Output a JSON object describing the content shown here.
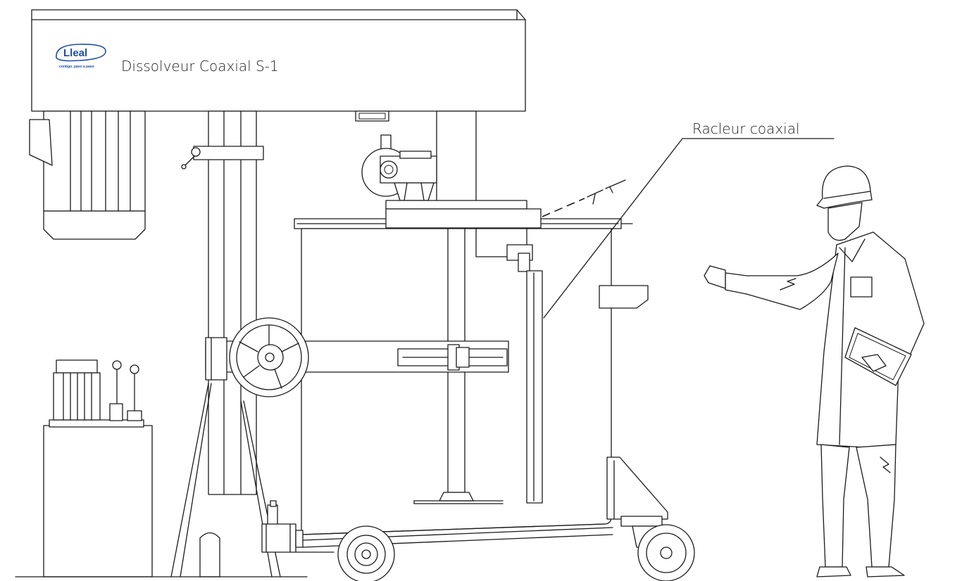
{
  "logo": {
    "brand": "Lleal",
    "tagline": "contigo, paso a paso",
    "color": "#1f4ea3"
  },
  "machine_title": "Dissolveur Coaxial S-1",
  "callouts": [
    {
      "id": "racleur",
      "label": "Racleur coaxial"
    }
  ]
}
